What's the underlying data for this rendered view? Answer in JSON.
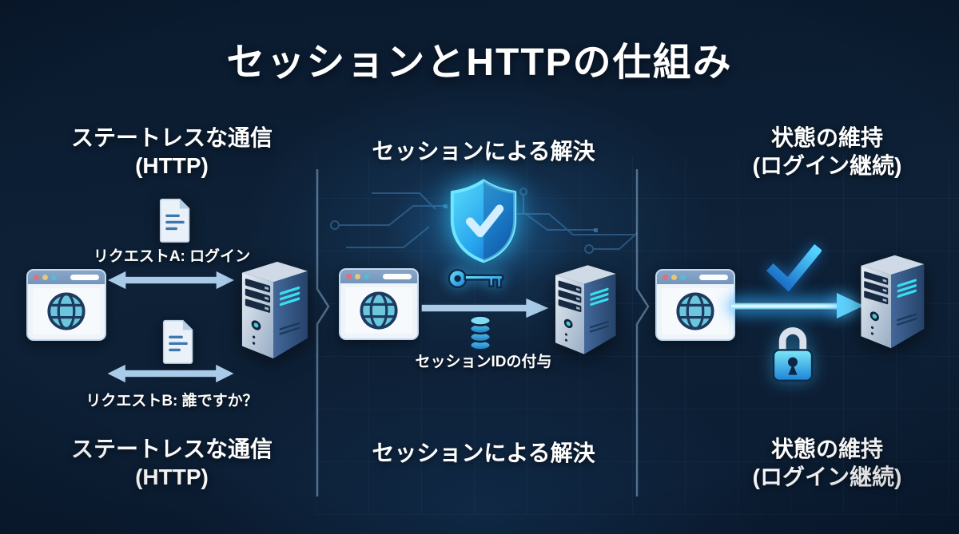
{
  "title": "セッションとHTTPの仕組み",
  "sections": {
    "stateless": {
      "header_line1": "ステートレスな通信",
      "header_line2": "(HTTP)",
      "request_a_label": "リクエストA: ログイン",
      "request_b_label": "リクエストB: 誰ですか？",
      "footer_line1": "ステートレスな通信",
      "footer_line2": "(HTTP)"
    },
    "session": {
      "header": "セッションによる解決",
      "session_id_label": "セッションIDの付与",
      "footer": "セッションによる解決"
    },
    "state": {
      "header_line1": "状態の維持",
      "header_line2": "(ログイン継続)",
      "footer_line1": "状態の維持",
      "footer_line2": "(ログイン継続)"
    }
  },
  "icons": [
    "browser-icon",
    "globe-icon",
    "server-icon",
    "document-icon",
    "double-arrow-icon",
    "single-arrow-icon",
    "glow-arrow-icon",
    "shield-check-icon",
    "key-icon",
    "database-icon",
    "checkmark-icon",
    "padlock-icon",
    "chevron-divider-icon",
    "circuit-pattern"
  ],
  "colors": {
    "background": "#0c1d33",
    "accent_cyan": "#3fd0f5",
    "accent_blue": "#1e88e5",
    "arrow_light": "#a9cbe8",
    "text": "#ffffff"
  }
}
